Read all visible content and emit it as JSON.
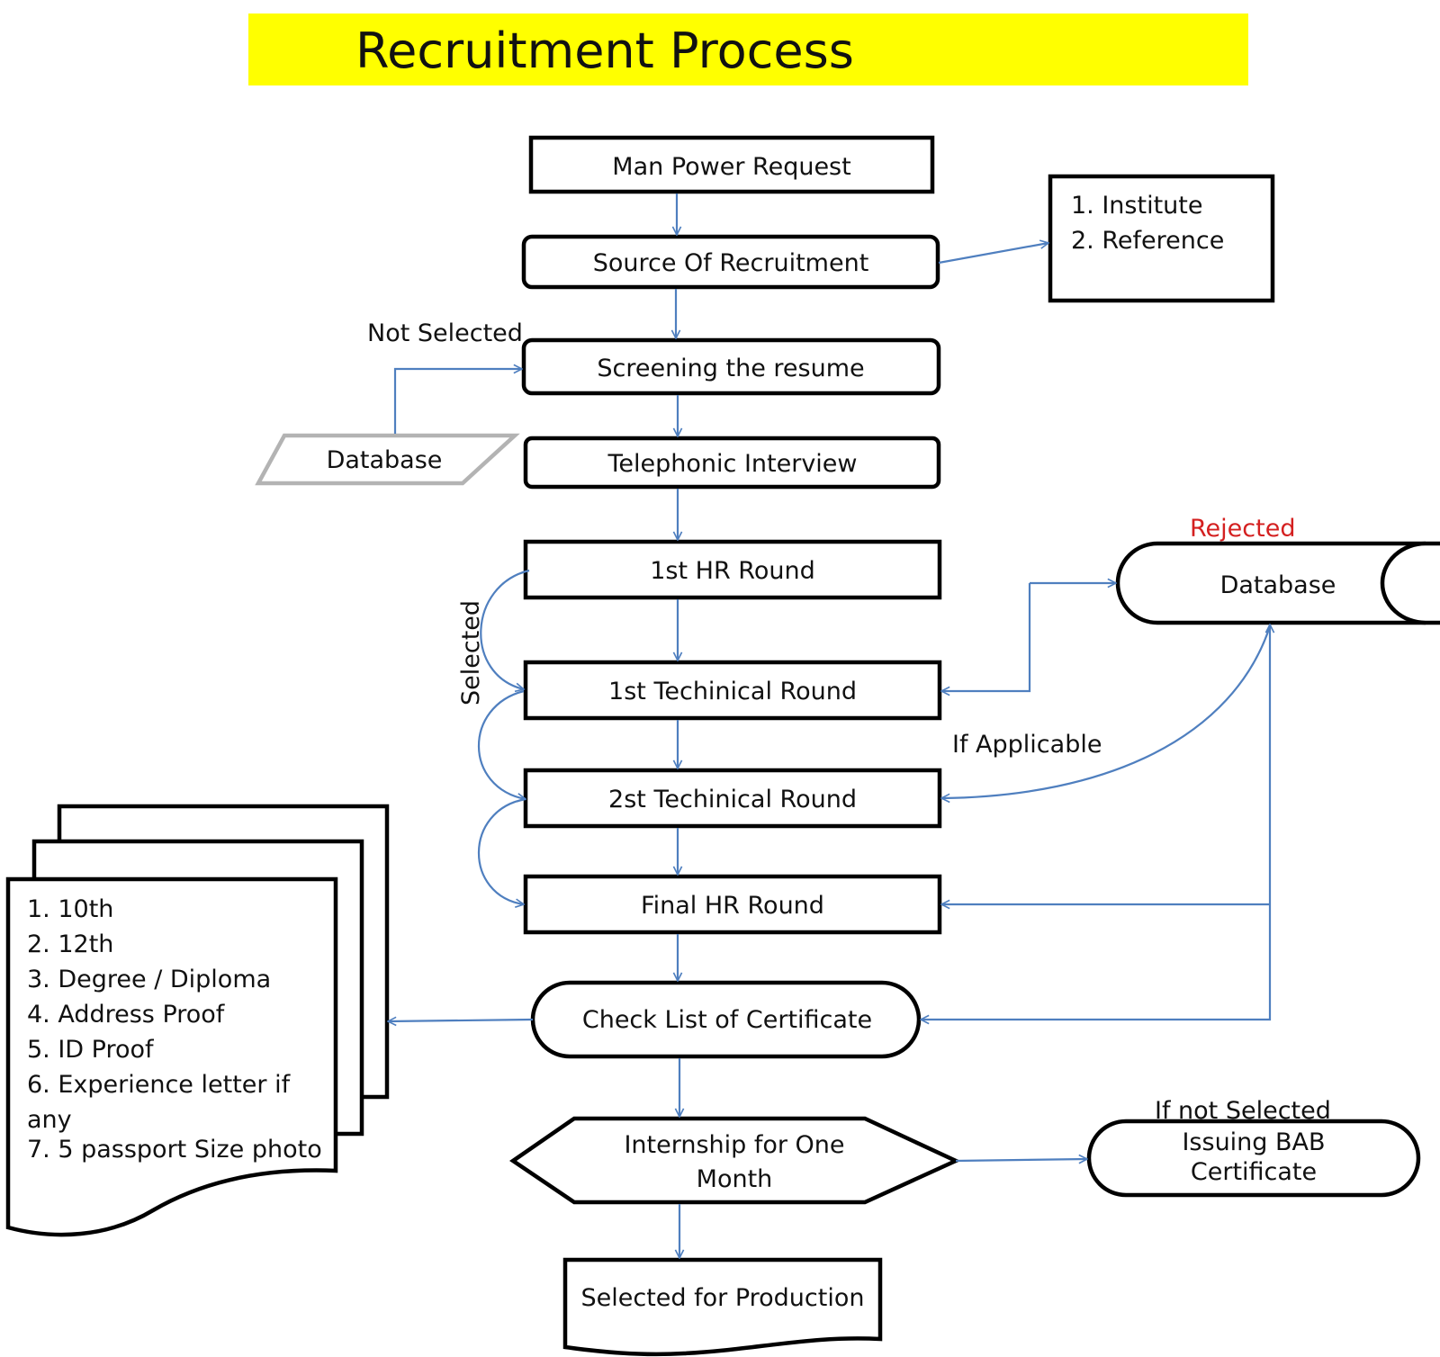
{
  "title": "Recruitment Process",
  "colors": {
    "title_band": "#ffff00",
    "arrow": "#4f7fbf",
    "rejected_label": "#d42020",
    "gray_shape": "#b3b3b3"
  },
  "nodes": {
    "man_power_request": "Man Power Request",
    "source_of_recruitment": "Source Of Recruitment",
    "screening_resume": "Screening the resume",
    "telephonic_interview": "Telephonic Interview",
    "first_hr_round": "1st HR Round",
    "first_technical_round": "1st Techinical Round",
    "second_technical_round": "2st Techinical Round",
    "final_hr_round": "Final HR Round",
    "check_list": "Check List  of Certificate",
    "internship_line1": "Internship for One",
    "internship_line2": "Month",
    "selected_for_production": "Selected for Production",
    "issuing_bab_line1": "Issuing BAB",
    "issuing_bab_line2": "Certificate",
    "database_left": "Database",
    "database_right": "Database"
  },
  "sources_list": [
    "1. Institute",
    "2. Reference"
  ],
  "certificates_list": [
    "1. 10th",
    "2. 12th",
    "3. Degree / Diploma",
    "4. Address Proof",
    "5. ID Proof",
    "6. Experience letter if",
    "any",
    "7. 5 passport Size photo"
  ],
  "labels": {
    "not_selected": "Not Selected",
    "selected": "Selected",
    "rejected": "Rejected",
    "if_applicable": "If Applicable",
    "if_not_selected": "If not Selected"
  }
}
